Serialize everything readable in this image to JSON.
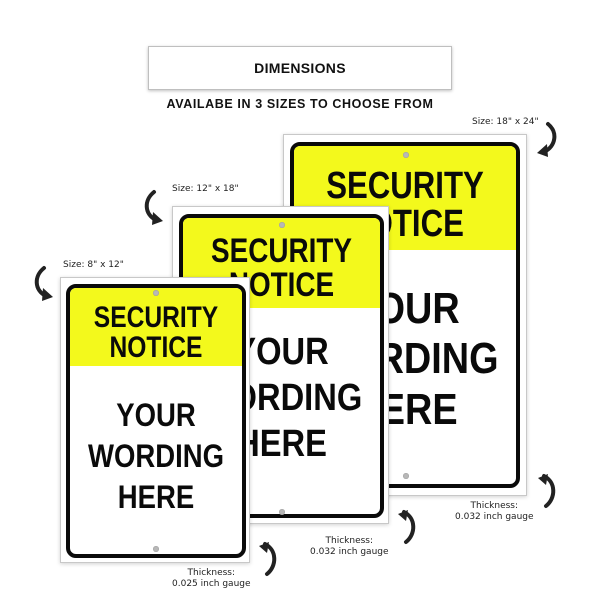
{
  "header": {
    "title": "DIMENSIONS",
    "subtitle": "AVAILABE IN 3 SIZES TO CHOOSE FROM"
  },
  "signs": {
    "small": {
      "size_label": "Size: 8\" x 12\"",
      "heading": [
        "SECURITY",
        "NOTICE"
      ],
      "body": [
        "YOUR",
        "WORDING",
        "HERE"
      ],
      "thickness_title": "Thickness:",
      "thickness_value": "0.025 inch gauge"
    },
    "medium": {
      "size_label": "Size: 12\" x 18\"",
      "heading": [
        "SECURITY",
        "NOTICE"
      ],
      "body": [
        "YOUR",
        "WORDING",
        "HERE"
      ],
      "thickness_title": "Thickness:",
      "thickness_value": "0.032 inch gauge"
    },
    "large": {
      "size_label": "Size: 18\" x 24\"",
      "heading": [
        "SECURITY",
        "NOTICE"
      ],
      "body": [
        "YOUR",
        "WORDING",
        "HERE"
      ],
      "thickness_title": "Thickness:",
      "thickness_value": "0.032 inch gauge"
    }
  },
  "colors": {
    "header_yellow": "#f3f91c",
    "border_black": "#0a0a0a"
  },
  "icons": [
    "curved-arrow-icon",
    "mounting-hole-icon"
  ]
}
